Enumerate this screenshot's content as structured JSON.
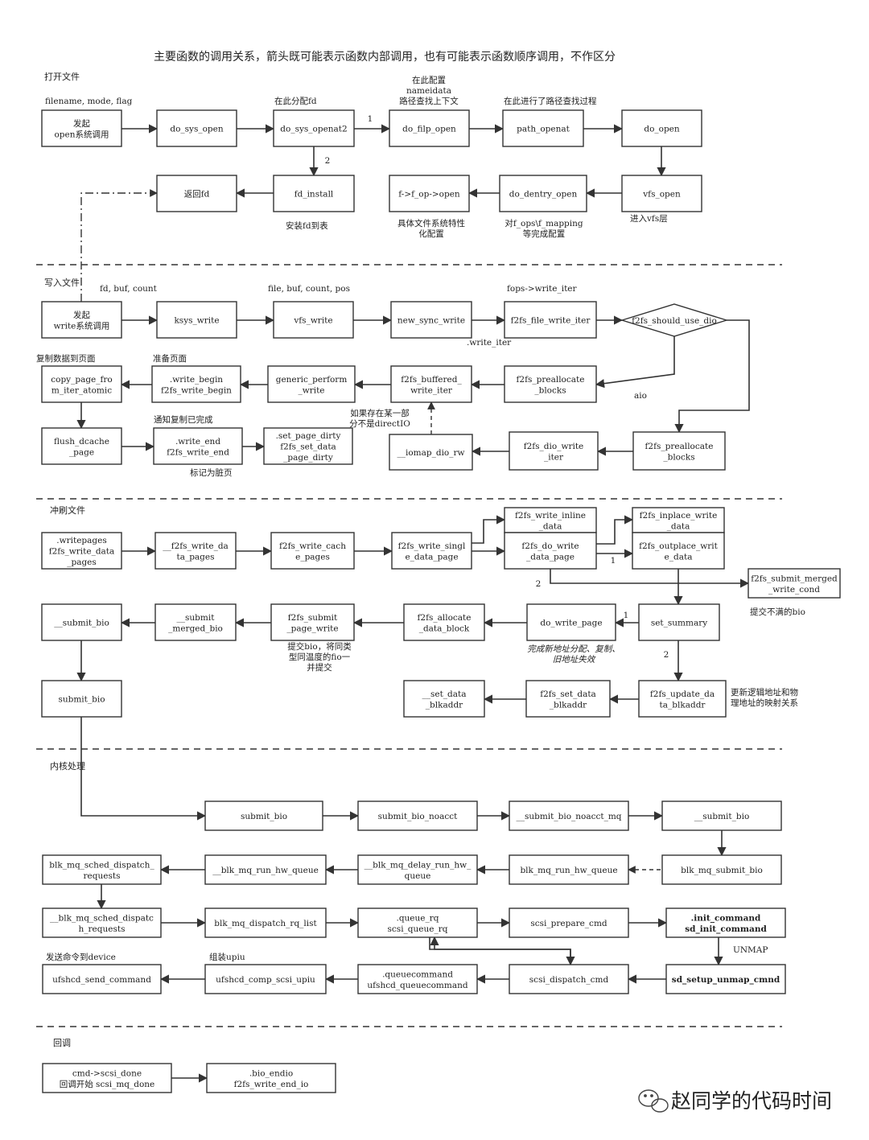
{
  "title": "主要函数的调用关系，箭头既可能表示函数内部调用，也有可能表示函数顺序调用，不作区分",
  "watermark": "赵同学的代码时间",
  "sections": {
    "open": "打开文件",
    "write": "写入文件",
    "flush": "冲刷文件",
    "kernel": "内核处理",
    "callback": "回调"
  },
  "boxes": {
    "open_syscall": [
      "发起",
      "open系统调用"
    ],
    "do_sys_open": [
      "do_sys_open"
    ],
    "do_sys_openat2": [
      "do_sys_openat2"
    ],
    "do_filp_open": [
      "do_filp_open"
    ],
    "path_openat": [
      "path_openat"
    ],
    "do_open": [
      "do_open"
    ],
    "return_fd": [
      "返回fd"
    ],
    "fd_install": [
      "fd_install"
    ],
    "f_op_open": [
      "f->f_op->open"
    ],
    "do_dentry_open": [
      "do_dentry_open"
    ],
    "vfs_open": [
      "vfs_open"
    ],
    "write_syscall": [
      "发起",
      "write系统调用"
    ],
    "ksys_write": [
      "ksys_write"
    ],
    "vfs_write": [
      "vfs_write"
    ],
    "new_sync_write": [
      "new_sync_write"
    ],
    "f2fs_file_write_iter": [
      "f2fs_file_write_iter"
    ],
    "f2fs_should_use_dio": [
      "f2fs_should_use_dio"
    ],
    "copy_page_from_iter": [
      "copy_page_fro",
      "m_iter_atomic"
    ],
    "write_begin": [
      ".write_begin",
      "f2fs_write_begin"
    ],
    "generic_perform_write": [
      "generic_perform",
      "_write"
    ],
    "f2fs_buffered_write_iter": [
      "f2fs_buffered_",
      "write_iter"
    ],
    "f2fs_preallocate_blocks_a": [
      "f2fs_preallocate",
      "_blocks"
    ],
    "flush_dcache_page": [
      "flush_dcache",
      "_page"
    ],
    "write_end": [
      ".write_end",
      "f2fs_write_end"
    ],
    "set_page_dirty": [
      ".set_page_dirty",
      "f2fs_set_data",
      "_page_dirty"
    ],
    "iomap_dio_rw": [
      "__iomap_dio_rw"
    ],
    "f2fs_dio_write_iter": [
      "f2fs_dio_write",
      "_iter"
    ],
    "f2fs_preallocate_blocks_b": [
      "f2fs_preallocate",
      "_blocks"
    ],
    "writepages": [
      ".writepages",
      "f2fs_write_data",
      "_pages"
    ],
    "f2fs_write_data_pages": [
      "__f2fs_write_da",
      "ta_pages"
    ],
    "f2fs_write_cache_pages": [
      "f2fs_write_cach",
      "e_pages"
    ],
    "f2fs_write_single_data_page": [
      "f2fs_write_singl",
      "e_data_page"
    ],
    "f2fs_write_inline_data": [
      "f2fs_write_inline",
      "_data"
    ],
    "f2fs_do_write_data_page": [
      "f2fs_do_write",
      "_data_page"
    ],
    "f2fs_inplace_write_data": [
      "f2fs_inplace_write",
      "_data"
    ],
    "f2fs_outplace_write_data": [
      "f2fs_outplace_writ",
      "e_data"
    ],
    "f2fs_submit_merged_write_cond": [
      "f2fs_submit_merged",
      "_write_cond"
    ],
    "submit_bio_f2fs": [
      "__submit_bio"
    ],
    "submit_merged_bio": [
      "__submit",
      "_merged_bio"
    ],
    "f2fs_submit_page_write": [
      "f2fs_submit",
      "_page_write"
    ],
    "f2fs_allocate_data_block": [
      "f2fs_allocate",
      "_data_block"
    ],
    "do_write_page": [
      "do_write_page"
    ],
    "set_summary": [
      "set_summary"
    ],
    "submit_bio_top": [
      "submit_bio"
    ],
    "set_data_blkaddr": [
      "__set_data",
      "_blkaddr"
    ],
    "f2fs_set_data_blkaddr": [
      "f2fs_set_data",
      "_blkaddr"
    ],
    "f2fs_update_data_blkaddr": [
      "f2fs_update_da",
      "ta_blkaddr"
    ],
    "k_submit_bio": [
      "submit_bio"
    ],
    "k_submit_bio_noacct": [
      "submit_bio_noacct"
    ],
    "k_submit_bio_noacct_mq": [
      "__submit_bio_noacct_mq"
    ],
    "k___submit_bio": [
      "__submit_bio"
    ],
    "blk_mq_sched_dispatch_requests": [
      "blk_mq_sched_dispatch_",
      "requests"
    ],
    "blk_mq_run_hw_queue_": [
      "__blk_mq_run_hw_queue"
    ],
    "blk_mq_delay_run_hw_queue": [
      "__blk_mq_delay_run_hw_",
      "queue"
    ],
    "blk_mq_run_hw_queue": [
      "blk_mq_run_hw_queue"
    ],
    "blk_mq_submit_bio": [
      "blk_mq_submit_bio"
    ],
    "blk_mq_sched_dispatch_requests_": [
      "__blk_mq_sched_dispatc",
      "h_requests"
    ],
    "blk_mq_dispatch_rq_list": [
      "blk_mq_dispatch_rq_list"
    ],
    "queue_rq": [
      ".queue_rq",
      "scsi_queue_rq"
    ],
    "scsi_prepare_cmd": [
      "scsi_prepare_cmd"
    ],
    "init_command": [
      ".init_command",
      "sd_init_command"
    ],
    "ufshcd_send_command": [
      "ufshcd_send_command"
    ],
    "ufshcd_comp_scsi_upiu": [
      "ufshcd_comp_scsi_upiu"
    ],
    "queuecommand": [
      ".queuecommand",
      "ufshcd_queuecommand"
    ],
    "scsi_dispatch_cmd": [
      "scsi_dispatch_cmd"
    ],
    "sd_setup_unmap_cmnd": [
      "sd_setup_unmap_cmnd"
    ],
    "scsi_done": [
      "cmd->scsi_done",
      "回调开始 scsi_mq_done"
    ],
    "bio_endio": [
      ".bio_endio",
      "f2fs_write_end_io"
    ]
  },
  "notes": {
    "n_args_open": "filename, mode, flag",
    "n_alloc_fd": "在此分配fd",
    "n_nameidata": [
      "在此配置",
      "nameidata",
      "路径查找上下文"
    ],
    "n_path_lookup": "在此进行了路径查找过程",
    "n_install_fd": "安装fd到表",
    "n_fs_config": [
      "具体文件系统特性",
      "化配置"
    ],
    "n_fops_mapping": [
      "对f_ops\\f_mapping",
      "等完成配置"
    ],
    "n_enter_vfs": "进入vfs层",
    "n_args_write": "fd, buf, count",
    "n_args_vfs": "file, buf, count, pos",
    "n_fops_write_iter": "fops->write_iter",
    "n_dot_write_iter": ".write_iter",
    "n_copy_to_page": "复制数据到页面",
    "n_prepare_page": "准备页面",
    "n_notify_copied": "通知复制已完成",
    "n_mark_dirty": "标记为脏页",
    "n_aio": "aio",
    "n_directio": [
      "如果存在某一部",
      "分不是directIO"
    ],
    "n_submit_unsatisfied": "提交不满的bio",
    "n_submit_bio_note": [
      "提交bio，将同类",
      "型同温度的fio一",
      "并提交"
    ],
    "n_new_addr": [
      "完成新地址分配、复制、",
      "旧地址失效"
    ],
    "n_update_map": [
      "更新逻辑地址和物",
      "理地址的映射关系"
    ],
    "n_send_to_device": "发送命令到device",
    "n_assemble_upiu": "组装upiu",
    "n_unmap": "UNMAP",
    "lbl_1a": "1",
    "lbl_2a": "2",
    "lbl_1b": "1",
    "lbl_2b": "2",
    "lbl_1c": "1",
    "lbl_2c": "2"
  }
}
